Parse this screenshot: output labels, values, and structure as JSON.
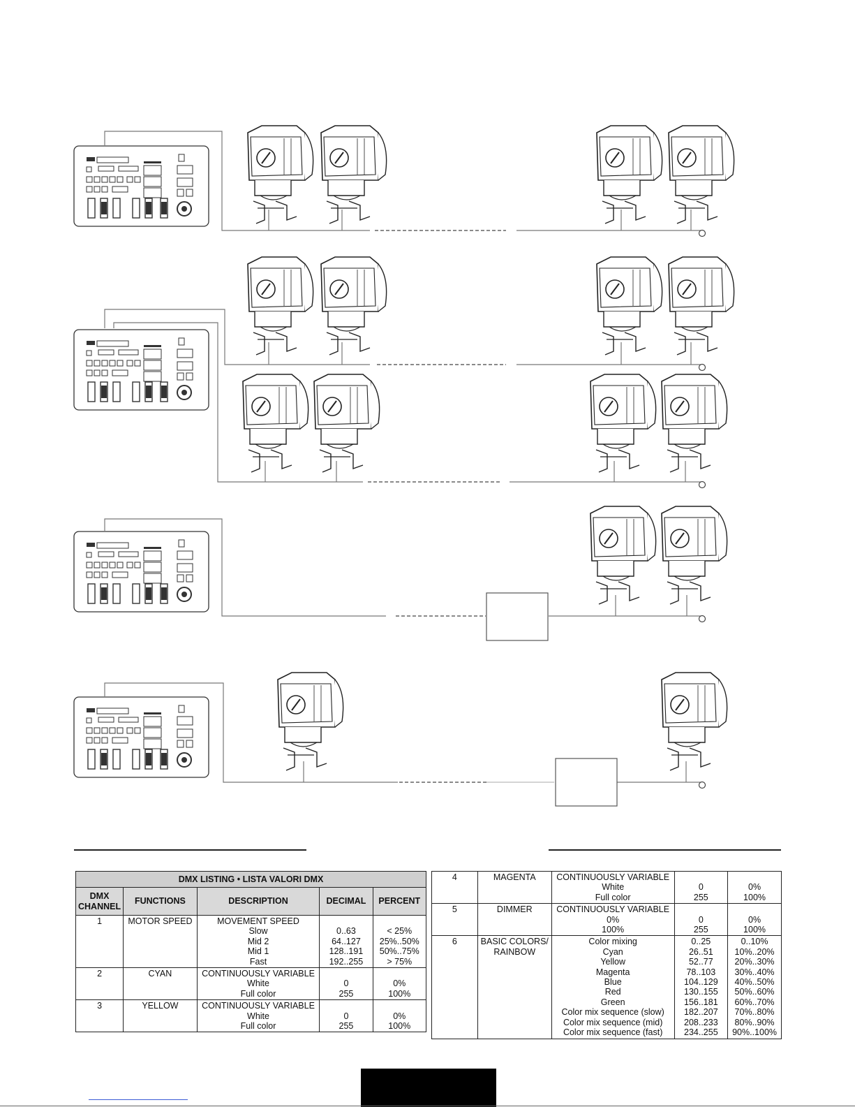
{
  "table_left": {
    "caption": "DMX LISTING • LISTA VALORI DMX",
    "headers": [
      "DMX CHANNEL",
      "FUNCTIONS",
      "DESCRIPTION",
      "DECIMAL",
      "PERCENT"
    ],
    "rows": [
      {
        "channel": "1",
        "function": [
          "MOTOR SPEED"
        ],
        "description": [
          "MOVEMENT SPEED",
          "Slow",
          "Mid 2",
          "Mid 1",
          "Fast"
        ],
        "decimal": [
          "",
          "0..63",
          "64..127",
          "128..191",
          "192..255"
        ],
        "percent": [
          "",
          "< 25%",
          "25%..50%",
          "50%..75%",
          "> 75%"
        ]
      },
      {
        "channel": "2",
        "function": [
          "CYAN"
        ],
        "description": [
          "CONTINUOUSLY VARIABLE",
          "White",
          "Full color"
        ],
        "decimal": [
          "",
          "0",
          "255"
        ],
        "percent": [
          "",
          "0%",
          "100%"
        ]
      },
      {
        "channel": "3",
        "function": [
          "YELLOW"
        ],
        "description": [
          "CONTINUOUSLY VARIABLE",
          "White",
          "Full color"
        ],
        "decimal": [
          "",
          "0",
          "255"
        ],
        "percent": [
          "",
          "0%",
          "100%"
        ]
      }
    ]
  },
  "table_right": {
    "rows": [
      {
        "channel": "4",
        "function": [
          "MAGENTA"
        ],
        "description": [
          "CONTINUOUSLY VARIABLE",
          "White",
          "Full color"
        ],
        "decimal": [
          "",
          "0",
          "255"
        ],
        "percent": [
          "",
          "0%",
          "100%"
        ]
      },
      {
        "channel": "5",
        "function": [
          "DIMMER"
        ],
        "description": [
          "CONTINUOUSLY VARIABLE",
          "0%",
          "100%"
        ],
        "decimal": [
          "",
          "0",
          "255"
        ],
        "percent": [
          "",
          "0%",
          "100%"
        ]
      },
      {
        "channel": "6",
        "function": [
          "BASIC COLORS/",
          "RAINBOW"
        ],
        "description": [
          "Color mixing",
          "Cyan",
          "Yellow",
          "Magenta",
          "Blue",
          "Red",
          "Green",
          "Color mix sequence (slow)",
          "Color mix sequence (mid)",
          "Color mix sequence (fast)"
        ],
        "decimal": [
          "0..25",
          "26..51",
          "52..77",
          "78..103",
          "104..129",
          "130..155",
          "156..181",
          "182..207",
          "208..233",
          "234..255"
        ],
        "percent": [
          "0..10%",
          "10%..20%",
          "20%..30%",
          "30%..40%",
          "40%..50%",
          "50%..60%",
          "60%..70%",
          "70%..80%",
          "80%..90%",
          "90%..100%"
        ]
      }
    ]
  },
  "diagram": {
    "icons": [
      "dmx-controller-icon",
      "scanner-fixture-icon",
      "signal-splitter-icon",
      "line-terminator-icon"
    ]
  }
}
